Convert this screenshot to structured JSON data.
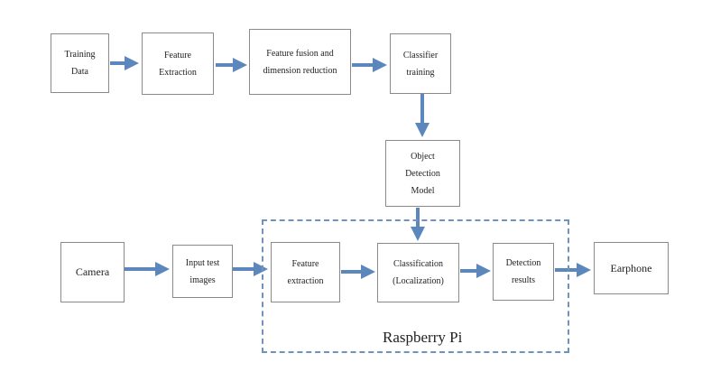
{
  "diagram": {
    "colors": {
      "arrow": "#5b87bd",
      "box_border": "#8a8a8a",
      "group_border": "#6f93bc"
    },
    "group_label": "Raspberry Pi",
    "nodes": {
      "training_data": "Training\nData",
      "feature_extraction_top": "Feature\nExtraction",
      "feature_fusion": "Feature fusion and\ndimension reduction",
      "classifier_training": "Classifier\ntraining",
      "object_detection_model": "Object\nDetection\nModel",
      "camera": "Camera",
      "input_test_images": "Input test\nimages",
      "feature_extraction_bottom": "Feature\nextraction",
      "classification": "Classification\n(Localization)",
      "detection_results": "Detection\nresults",
      "earphone": "Earphone"
    }
  }
}
